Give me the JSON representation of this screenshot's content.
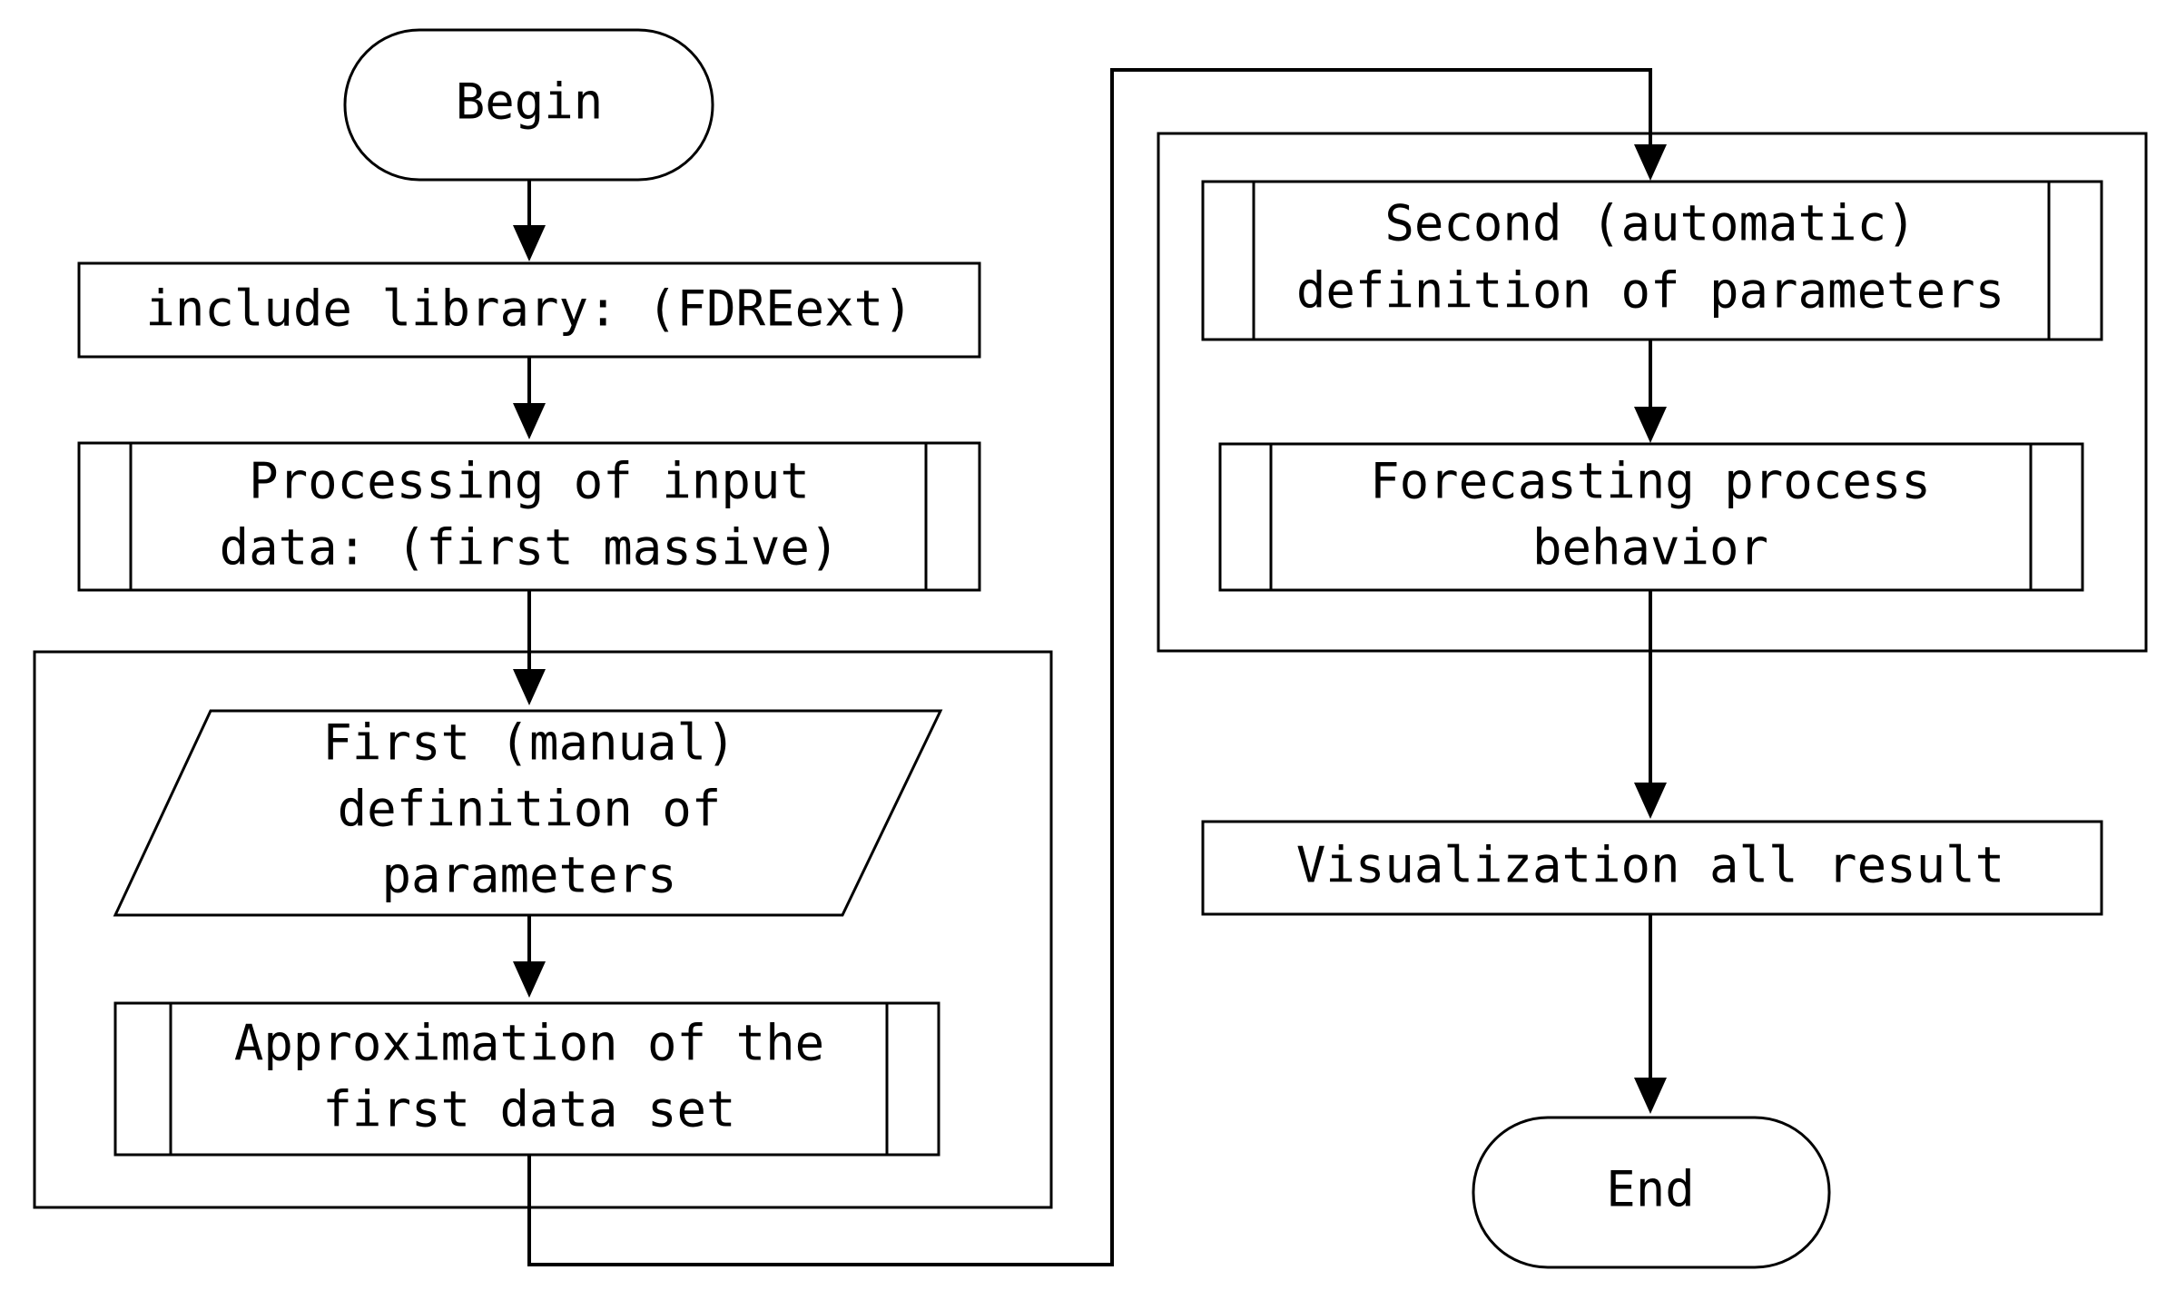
{
  "nodes": {
    "begin": "Begin",
    "include_library": "include library: (FDREext)",
    "processing_input": [
      "Processing of input",
      "data: (first massive)"
    ],
    "first_manual": [
      "First (manual)",
      "definition of",
      "parameters"
    ],
    "approximation": [
      "Approximation of the",
      "first data set"
    ],
    "second_automatic": [
      "Second (automatic)",
      "definition of parameters"
    ],
    "forecasting": [
      "Forecasting process",
      "behavior"
    ],
    "visualization": "Visualization all result",
    "end": "End"
  }
}
